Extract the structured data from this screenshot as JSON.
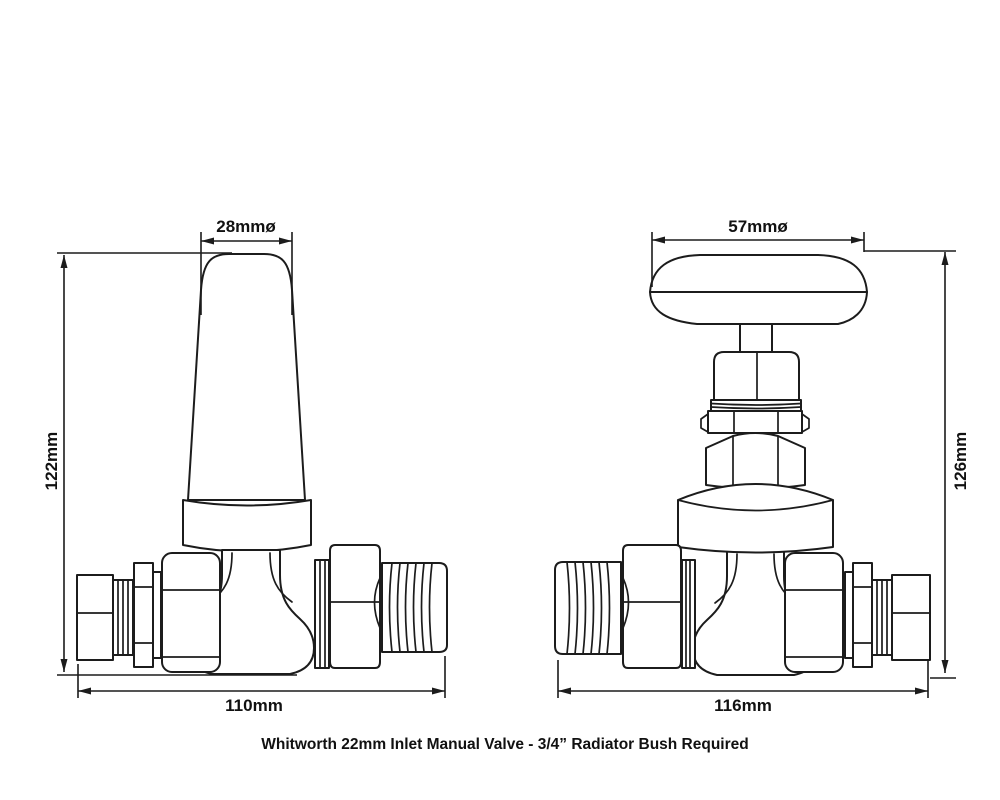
{
  "caption": "Whitworth 22mm Inlet Manual Valve - 3/4” Radiator Bush Required",
  "left_valve": {
    "top_diameter_label": "28mmø",
    "height_label": "122mm",
    "width_label": "110mm"
  },
  "right_valve": {
    "top_diameter_label": "57mmø",
    "height_label": "126mm",
    "width_label": "116mm"
  },
  "colors": {
    "line": "#1c1c1c",
    "text": "#111111",
    "background": "#ffffff"
  }
}
